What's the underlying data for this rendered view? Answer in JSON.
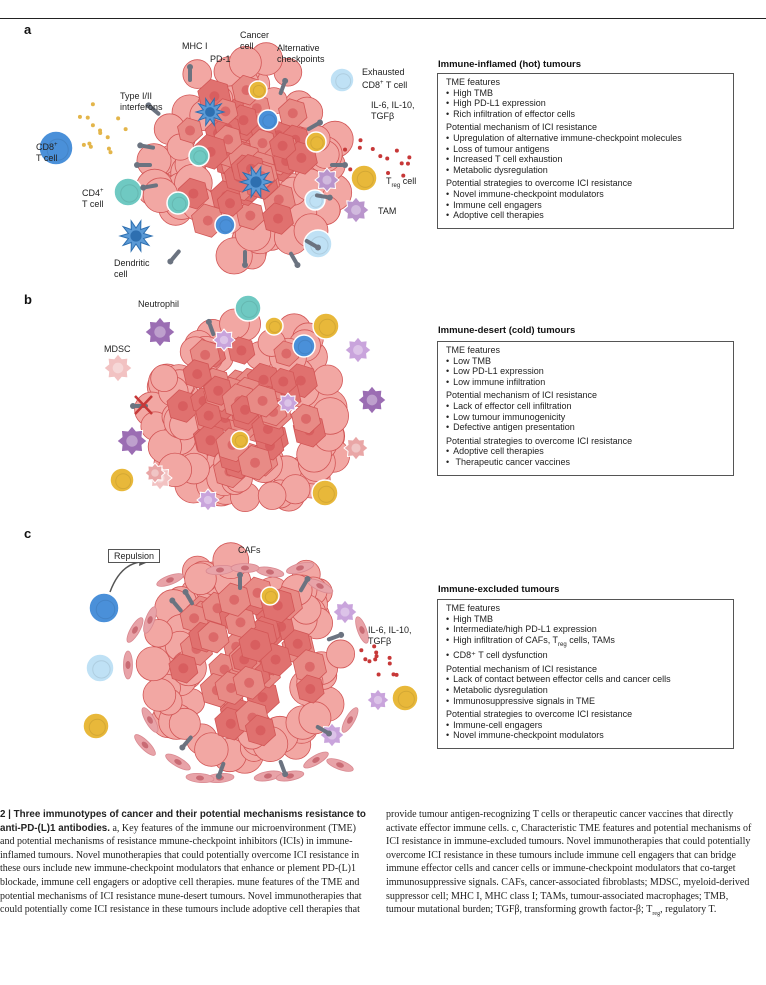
{
  "panels": {
    "a": {
      "letter": "a",
      "title": "Immune-inflamed (hot) tumours",
      "labels": {
        "mhc": "MHC I",
        "pd1": "PD-1",
        "cancer_cell": "Cancer cell",
        "alt_checkpoints": "Alternative checkpoints",
        "exhausted": "Exhausted",
        "exhausted_cd8": "CD8",
        "exhausted_suffix": "T cell",
        "interferons": "Type I/II interferons",
        "cytokines": "IL-6, IL-10, TGFβ",
        "cd8": "CD8",
        "t_cell": "T cell",
        "cd4": "CD4",
        "treg_t": "T",
        "treg_sub": "reg",
        "treg_suffix": "cell",
        "tam": "TAM",
        "dendritic": "Dendritic cell"
      },
      "sections": [
        {
          "head": "TME features",
          "items": [
            "High TMB",
            "High PD-L1 expression",
            "Rich infiltration of effector cells"
          ]
        },
        {
          "head": "Potential mechanism of ICI resistance",
          "items": [
            "Upregulation of alternative immune-checkpoint molecules",
            "Loss of tumour antigens",
            "Increased T cell exhaustion",
            "Metabolic dysregulation"
          ]
        },
        {
          "head": "Potential strategies to overcome ICI resistance",
          "items": [
            "Novel immune-checkpoint modulators",
            "Immune cell engagers",
            "Adoptive cell therapies"
          ]
        }
      ]
    },
    "b": {
      "letter": "b",
      "title": "Immune-desert (cold) tumours",
      "labels": {
        "neutrophil": "Neutrophil",
        "mdsc": "MDSC"
      },
      "sections": [
        {
          "head": "TME features",
          "items": [
            "Low TMB",
            "Low PD-L1 expression",
            "Low immune infiltration"
          ]
        },
        {
          "head": "Potential mechanism of ICI resistance",
          "items": [
            "Lack of effector cell infiltration",
            "Low tumour immunogenicity",
            "Defective antigen presentation"
          ]
        },
        {
          "head": "Potential strategies to overcome ICI resistance",
          "items": [
            "Adoptive cell therapies",
            " Therapeutic cancer vaccines"
          ]
        }
      ]
    },
    "c": {
      "letter": "c",
      "title": "Immune-excluded tumours",
      "labels": {
        "cafs": "CAFs",
        "repulsion": "Repulsion",
        "cytokines": "IL-6, IL-10, TGFβ"
      },
      "sections": [
        {
          "head": "TME features",
          "items": [
            "High TMB",
            "Intermediate/high PD-L1 expression",
            "High infiltration of CAFs, T_reg cells, TAMs",
            "CD8⁺ T cell dysfunction"
          ]
        },
        {
          "head": "Potential mechanism of ICI resistance",
          "items": [
            "Lack of contact between effector cells and cancer cells",
            "Metabolic dysregulation",
            "Immunosuppressive signals in TME"
          ]
        },
        {
          "head": "Potential strategies to overcome ICI resistance",
          "items": [
            "Immune-cell engagers",
            "Novel immune-checkpoint modulators"
          ]
        }
      ]
    }
  },
  "caption": {
    "left_bold": "2 | Three immunotypes of cancer and their potential mechanisms resistance to anti-PD-(L)1 antibodies.",
    "left_text": "a, Key features of the immune our microenvironment (TME) and potential mechanisms of resistance mmune-checkpoint inhibitors (ICIs) in immune-inflamed tumours. Novel munotherapies that could potentially overcome ICI resistance in these ours include new immune-checkpoint modulators that enhance or plement PD-(L)1 blockade, immune cell engagers or adoptive cell therapies. mune features of the TME and potential mechanisms of ICI resistance mune-desert tumours. Novel immunotherapies that could potentially come ICI resistance in these tumours include adoptive cell therapies that",
    "right_text": "provide tumour antigen-recognizing T cells or therapeutic cancer vaccines that directly activate effector immune cells. c, Characteristic TME features and potential mechanisms of ICI resistance in immune-excluded tumours. Novel immunotherapies that could potentially overcome ICI resistance in these tumours include immune cell engagers that can bridge immune effector cells and cancer cells or immune-checkpoint modulators that co-target immunosuppressive signals. CAFs, cancer-associated fibroblasts; MDSC, myeloid-derived suppressor cell; MHC I, MHC class I; TAMs, tumour-associated macrophages; TMB, tumour mutational burden; TGFβ, transforming growth factor-β; T_reg, regulatory T."
  },
  "colors": {
    "tumour_fill": "#f2a7a3",
    "tumour_core": "#e0716f",
    "tumour_edge": "#d25656",
    "cd8_blue": "#4a90d9",
    "light_blue": "#bfe1f5",
    "teal": "#6fc9c2",
    "treg_yellow": "#e8b83a",
    "tam_purple": "#9b6db3",
    "caf_pink": "#e8a3a8",
    "receptor_grey": "#6b7380",
    "red_dot": "#c73838",
    "yellow_dot": "#e3b54a"
  }
}
